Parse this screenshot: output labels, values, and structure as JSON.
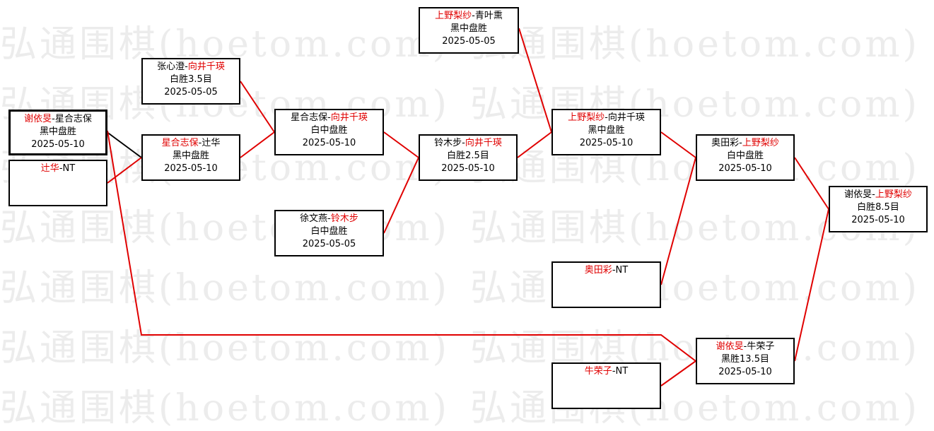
{
  "watermark": "弘通围棋(hoetom.com)",
  "colors": {
    "winner": "#e00000",
    "loser": "#000000",
    "line_winner": "#e00000",
    "line_loser": "#000000"
  },
  "matches": [
    {
      "id": "m_zhang",
      "p1": "张心澄",
      "p2": "向井千瑛",
      "winner": "p2",
      "result": "白胜3.5目",
      "date": "2025-05-05"
    },
    {
      "id": "m_xie",
      "p1": "谢依旻",
      "p2": "星合志保",
      "winner": "p1",
      "result": "黑中盘胜",
      "date": "2025-05-10"
    },
    {
      "id": "m_tuohua",
      "p1": "辻华",
      "p2": "NT",
      "winner": "p1",
      "result": "",
      "date": ""
    },
    {
      "id": "m_hoshiai",
      "p1": "星合志保",
      "p2": "辻华",
      "winner": "p1",
      "result": "黑中盘胜",
      "date": "2025-05-10"
    },
    {
      "id": "m_mukai",
      "p1": "星合志保",
      "p2": "向井千瑛",
      "winner": "p2",
      "result": "白中盘胜",
      "date": "2025-05-10"
    },
    {
      "id": "m_xu",
      "p1": "徐文燕",
      "p2": "铃木步",
      "winner": "p2",
      "result": "白中盘胜",
      "date": "2025-05-05"
    },
    {
      "id": "m_suzuki",
      "p1": "铃木步",
      "p2": "向井千瑛",
      "winner": "p2",
      "result": "白胜2.5目",
      "date": "2025-05-10"
    },
    {
      "id": "m_ueno1",
      "p1": "上野梨纱",
      "p2": "青叶熏",
      "winner": "p1",
      "result": "黑中盘胜",
      "date": "2025-05-05"
    },
    {
      "id": "m_ueno2",
      "p1": "上野梨纱",
      "p2": "向井千瑛",
      "winner": "p1",
      "result": "黑中盘胜",
      "date": "2025-05-10"
    },
    {
      "id": "m_okuda",
      "p1": "奥田彩",
      "p2": "NT",
      "winner": "p1",
      "result": "",
      "date": ""
    },
    {
      "id": "m_ueno3",
      "p1": "奥田彩",
      "p2": "上野梨纱",
      "winner": "p2",
      "result": "白中盘胜",
      "date": "2025-05-10"
    },
    {
      "id": "m_niu",
      "p1": "牛荣子",
      "p2": "NT",
      "winner": "p1",
      "result": "",
      "date": ""
    },
    {
      "id": "m_xie2",
      "p1": "谢依旻",
      "p2": "牛荣子",
      "winner": "p1",
      "result": "黑胜13.5目",
      "date": "2025-05-10"
    },
    {
      "id": "m_final",
      "p1": "谢依旻",
      "p2": "上野梨纱",
      "winner": "p2",
      "result": "白胜8.5目",
      "date": "2025-05-10"
    }
  ]
}
